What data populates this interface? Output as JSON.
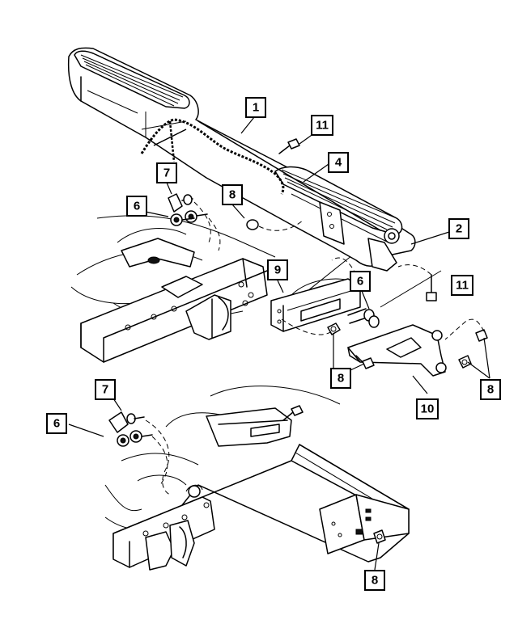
{
  "callouts": [
    {
      "id": "c1",
      "label": "1"
    },
    {
      "id": "c11a",
      "label": "11"
    },
    {
      "id": "c4",
      "label": "4"
    },
    {
      "id": "c7a",
      "label": "7"
    },
    {
      "id": "c8a",
      "label": "8"
    },
    {
      "id": "c6a",
      "label": "6"
    },
    {
      "id": "c2",
      "label": "2"
    },
    {
      "id": "c9",
      "label": "9"
    },
    {
      "id": "c6b",
      "label": "6"
    },
    {
      "id": "c11b",
      "label": "11"
    },
    {
      "id": "c8b",
      "label": "8"
    },
    {
      "id": "c8c",
      "label": "8"
    },
    {
      "id": "c10",
      "label": "10"
    },
    {
      "id": "c7b",
      "label": "7"
    },
    {
      "id": "c6c",
      "label": "6"
    },
    {
      "id": "c8d",
      "label": "8"
    }
  ]
}
